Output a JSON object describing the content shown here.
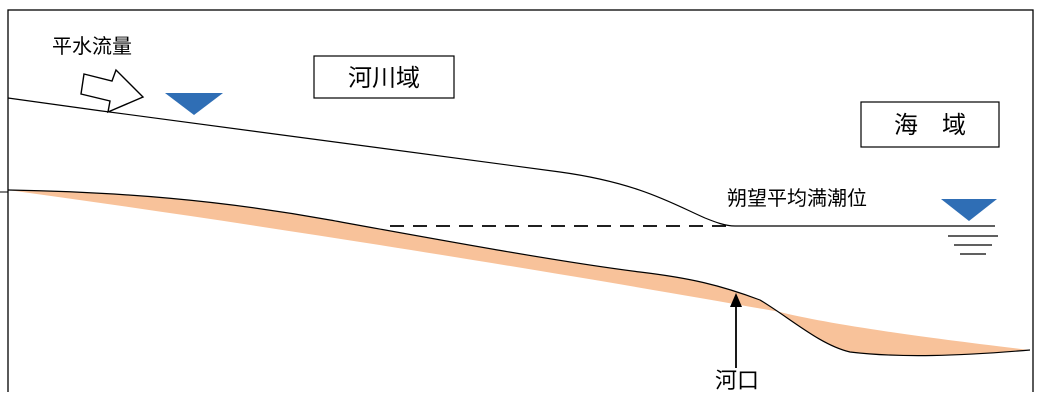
{
  "labels": {
    "flow": "平水流量",
    "river_zone": "河川域",
    "sea_zone": "海　域",
    "tide_level": "朔望平均満潮位",
    "river_mouth": "河口"
  },
  "icons": {
    "flow_arrow": "hollow-right-arrow-icon",
    "water_level_river": "water-level-triangle-icon",
    "water_level_sea": "water-level-triangle-icon"
  },
  "colors": {
    "water_marker": "#2f6eb5",
    "riverbed_fill": "#f8c29a",
    "line": "#000000"
  }
}
